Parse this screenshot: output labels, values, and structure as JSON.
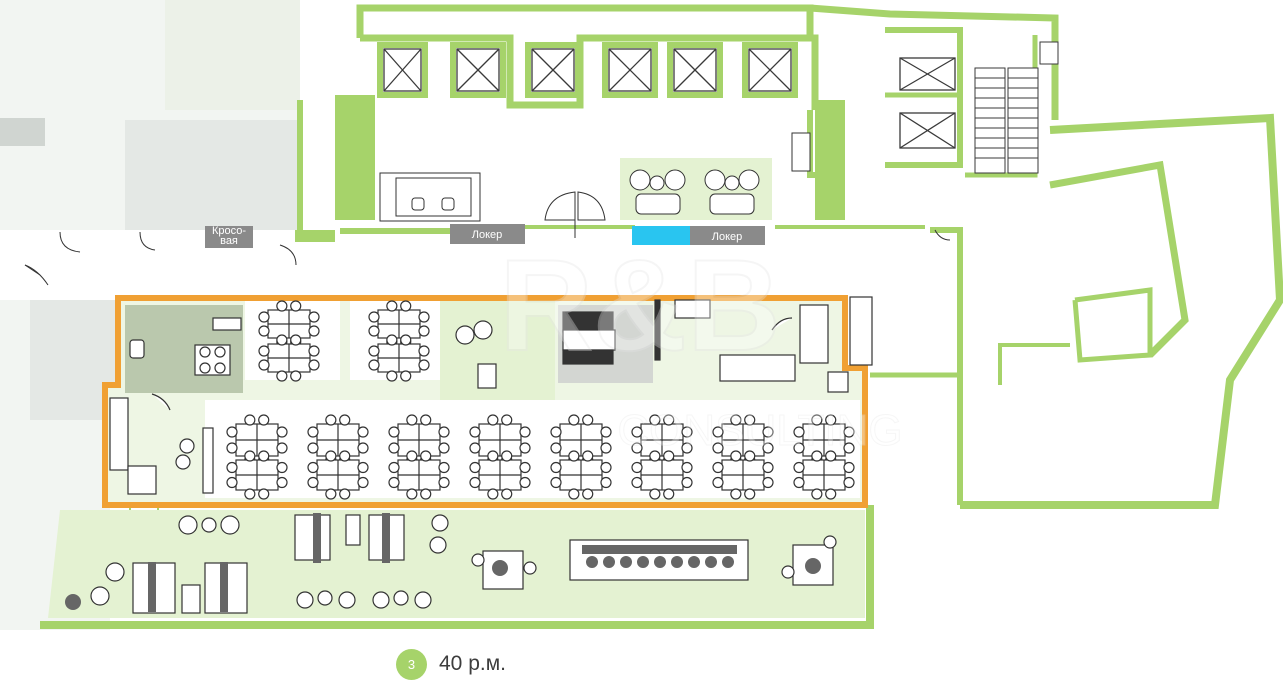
{
  "labels": {
    "krosovaya": "Кросо-\nвая",
    "locker_left": "Локер",
    "locker_right": "Локер",
    "watermark_main": "R&B",
    "watermark_sub": "CONSULTING"
  },
  "legend": {
    "badge_number": "3",
    "text": "40 р.м."
  },
  "colors": {
    "wall_green": "#a6d36a",
    "zone_green": "#e4f2d2",
    "highlight_orange": "#f0a033",
    "locker_blue": "#29c5f0",
    "label_gray": "#8a8a8a",
    "faded_gray": "#d8dcd8"
  }
}
